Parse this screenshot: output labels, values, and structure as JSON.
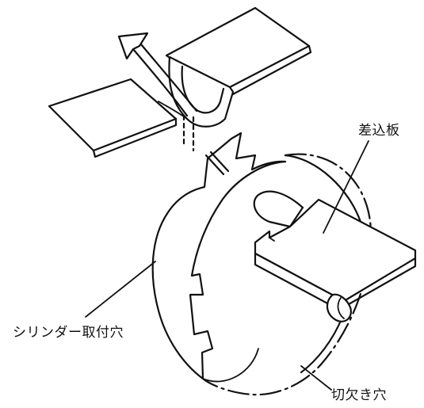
{
  "labels": {
    "insert_plate": "差込板",
    "cylinder_mount_hole": "シリンダー取付穴",
    "notch_hole": "切欠き穴"
  }
}
